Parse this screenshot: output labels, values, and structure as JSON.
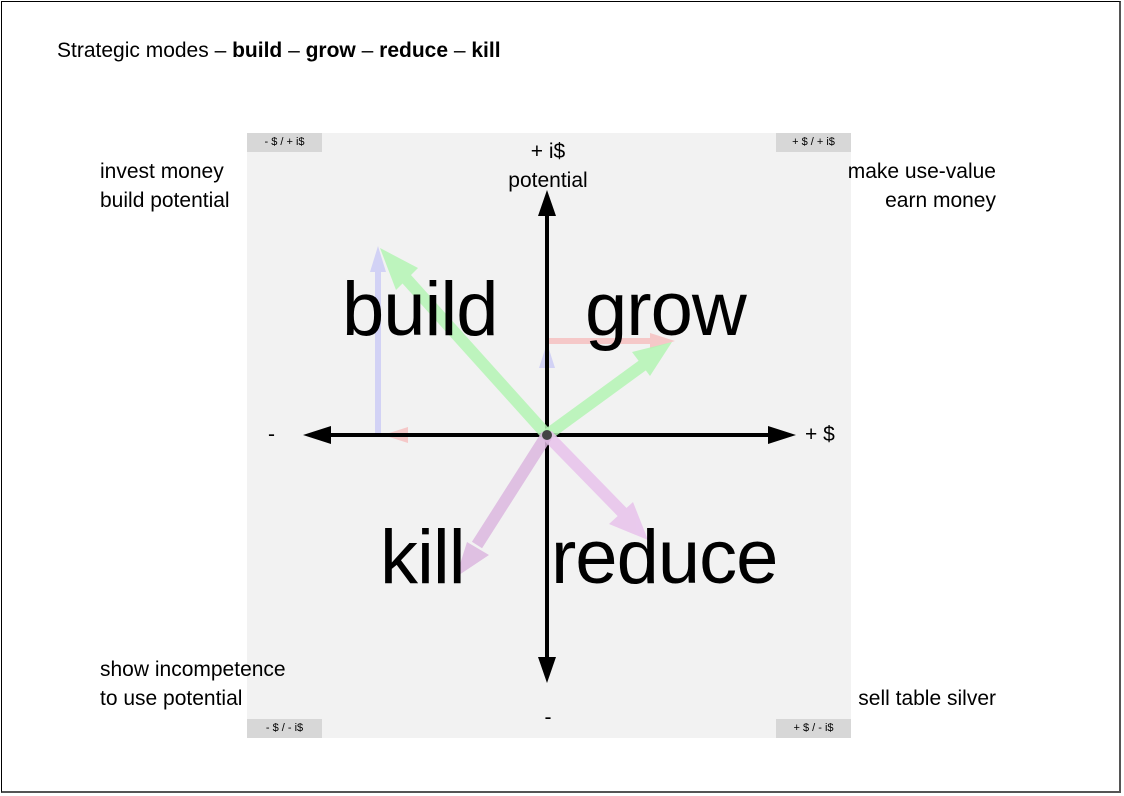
{
  "title": {
    "prefix": "Strategic modes – ",
    "modes": [
      "build",
      "grow",
      "reduce",
      "kill"
    ],
    "separator": " – "
  },
  "corner_tags": {
    "top_left": "- $ / + i$",
    "top_right": "+ $ / + i$",
    "bottom_left": "- $ / - i$",
    "bottom_right": "+ $ / - i$"
  },
  "quadrant_descriptions": {
    "top_left": [
      "invest money",
      "build potential"
    ],
    "top_right": [
      "make use-value",
      "earn money"
    ],
    "bottom_left": [
      "show incompetence",
      "to use potential"
    ],
    "bottom_right": [
      "sell table silver"
    ]
  },
  "axes": {
    "y_positive": [
      "+ i$",
      "potential"
    ],
    "y_negative": "-",
    "x_positive": "+ $",
    "x_negative": "-"
  },
  "modes": {
    "top_left": "build",
    "top_right": "grow",
    "bottom_left": "kill",
    "bottom_right": "reduce"
  },
  "colors": {
    "panel_bg": "#f2f2f2",
    "corner_tag_bg": "#d7d7d7",
    "build_grow_arrow": "#b4f5b4",
    "kill_reduce_arrow": "#e8c2ec",
    "money_component": "#f5c8c8",
    "potential_component": "#d2d2f5",
    "axis": "#000000"
  }
}
